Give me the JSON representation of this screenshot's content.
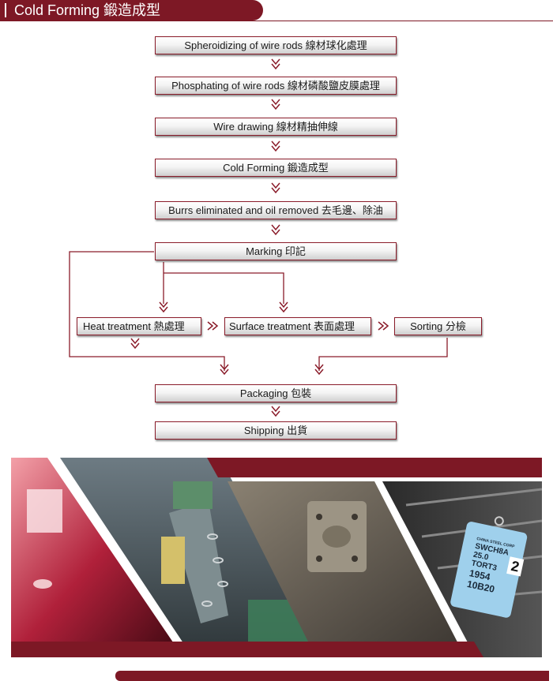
{
  "header": {
    "title": "Cold Forming  鍛造成型"
  },
  "steps": {
    "spheroidizing": "Spheroidizing of wire rods  線材球化處理",
    "phosphating": "Phosphating of wire rods  線材磷酸鹽皮膜處理",
    "wire_drawing": "Wire drawing   線材精抽伸線",
    "cold_forming": "Cold Forming    鍛造成型",
    "burrs": "Burrs eliminated and oil removed  去毛邊、除油",
    "marking": "Marking  印記",
    "heat_treatment": "Heat treatment  熱處理",
    "surface_treatment": "Surface treatment  表面處理",
    "sorting": "Sorting  分檢",
    "packaging": "Packaging    包裝",
    "shipping": "Shipping     出貨"
  },
  "photos": {
    "tag": {
      "lines": [
        "SWCH8A",
        "25.0",
        "TORT3",
        "1954",
        "10B20"
      ],
      "digit": "2",
      "company": "CHINA STEEL CORP"
    }
  },
  "colors": {
    "accent": "#7d1825",
    "arrow": "#8a1c2a"
  }
}
